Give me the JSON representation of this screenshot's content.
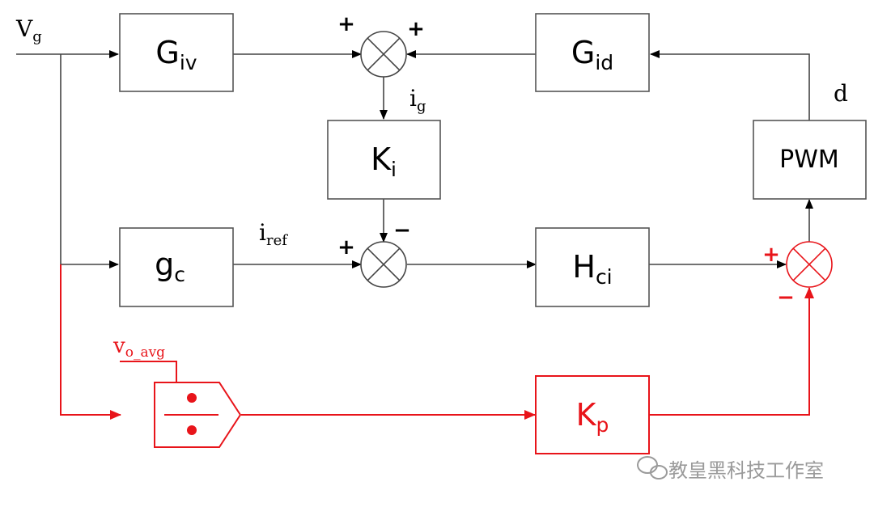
{
  "blocks": {
    "giv": {
      "main": "G",
      "sub": "iv"
    },
    "gid": {
      "main": "G",
      "sub": "id"
    },
    "ki": {
      "main": "K",
      "sub": "i"
    },
    "pwm": {
      "label": "PWM"
    },
    "gc": {
      "main": "g",
      "sub": "c"
    },
    "hci": {
      "main": "H",
      "sub": "ci"
    },
    "kp": {
      "main": "K",
      "sub": "p"
    }
  },
  "signs": {
    "top_left": "+",
    "top_right": "+",
    "mid_left": "+",
    "mid_top": "−",
    "red_left": "+",
    "red_bottom": "−"
  },
  "labels": {
    "vg": {
      "main": "V",
      "sub": "g"
    },
    "ig": {
      "main": "i",
      "sub": "g"
    },
    "iref": {
      "main": "i",
      "sub": "ref"
    },
    "d": "d",
    "vo_avg": {
      "main": "v",
      "sub": "o_avg"
    }
  },
  "watermark": {
    "text": "教皇黑科技工作室",
    "icon": "wechat-logo-icon"
  },
  "colors": {
    "line": "#444444",
    "highlight": "#e8141a",
    "watermark": "#9a9a9a"
  }
}
